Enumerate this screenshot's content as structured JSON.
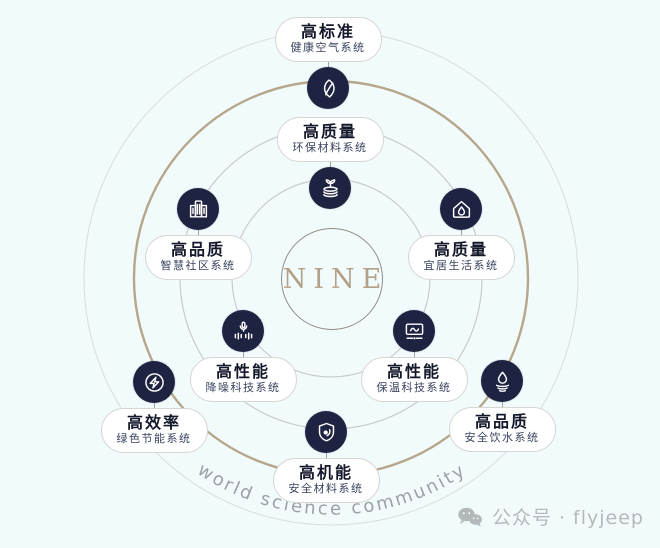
{
  "center": {
    "brand": "NINE"
  },
  "colors": {
    "background": "#f2fbfc",
    "node_circle": "#1f2342",
    "accent_ring": "#b5a68c",
    "thin_ring": "#c8cbce",
    "outer_ring": "#d9dee0",
    "brand_text": "#b3a089",
    "pill_title": "#14182b",
    "pill_subtitle": "#39435f",
    "arc_text": "#9ba1a4",
    "watermark": "#b4b9bc"
  },
  "nodes": [
    {
      "title": "高标准",
      "subtitle": "健康空气系统",
      "icon": "leaf-icon"
    },
    {
      "title": "高质量",
      "subtitle": "环保材料系统",
      "icon": "sprout-plate-icon"
    },
    {
      "title": "高品质",
      "subtitle": "智慧社区系统",
      "icon": "buildings-icon"
    },
    {
      "title": "高质量",
      "subtitle": "宜居生活系统",
      "icon": "house-drop-icon"
    },
    {
      "title": "高性能",
      "subtitle": "降噪科技系统",
      "icon": "mic-equalizer-icon"
    },
    {
      "title": "高性能",
      "subtitle": "保温科技系统",
      "icon": "panel-wave-icon"
    },
    {
      "title": "高效率",
      "subtitle": "绿色节能系统",
      "icon": "lightning-icon"
    },
    {
      "title": "高品质",
      "subtitle": "安全饮水系统",
      "icon": "water-drop-icon"
    },
    {
      "title": "高机能",
      "subtitle": "安全材料系统",
      "icon": "shield-icon"
    }
  ],
  "arc_caption": "world science community",
  "watermark": {
    "icon": "wechat-icon",
    "text": "公众号 · flyjeep"
  }
}
